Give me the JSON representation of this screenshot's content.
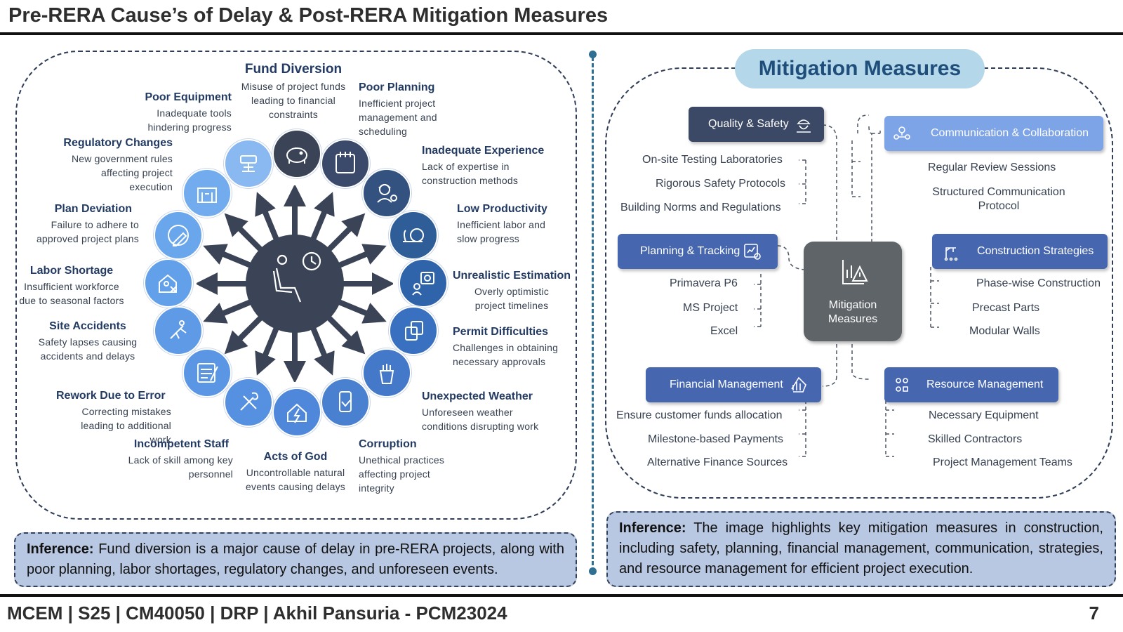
{
  "header": {
    "title": "Pre-RERA Cause’s of Delay & Post-RERA Mitigation Measures"
  },
  "causes": {
    "fund_diversion": {
      "title": "Fund Diversion",
      "desc": "Misuse of project funds leading to financial constraints"
    },
    "poor_planning": {
      "title": "Poor Planning",
      "desc": "Inefficient project management and scheduling"
    },
    "poor_equipment": {
      "title": "Poor Equipment",
      "desc": "Inadequate tools hindering progress"
    },
    "regulatory_changes": {
      "title": "Regulatory Changes",
      "desc": "New government rules affecting project execution"
    },
    "inadequate_experience": {
      "title": "Inadequate Experience",
      "desc": "Lack of expertise in construction methods"
    },
    "plan_deviation": {
      "title": "Plan Deviation",
      "desc": "Failure to adhere to approved project plans"
    },
    "low_productivity": {
      "title": "Low Productivity",
      "desc": "Inefficient labor and slow progress"
    },
    "labor_shortage": {
      "title": "Labor Shortage",
      "desc": "Insufficient workforce due to seasonal factors"
    },
    "unrealistic_estimation": {
      "title": "Unrealistic Estimation",
      "desc": "Overly optimistic project timelines"
    },
    "site_accidents": {
      "title": "Site Accidents",
      "desc": "Safety lapses causing accidents and delays"
    },
    "permit_difficulties": {
      "title": "Permit Difficulties",
      "desc": "Challenges in obtaining necessary approvals"
    },
    "rework": {
      "title": "Rework Due to Error",
      "desc": "Correcting mistakes leading to additional work"
    },
    "unexpected_weather": {
      "title": "Unexpected Weather",
      "desc": "Unforeseen weather conditions disrupting work"
    },
    "incompetent_staff": {
      "title": "Incompetent Staff",
      "desc": "Lack of skill among key personnel"
    },
    "acts_of_god": {
      "title": "Acts of God",
      "desc": "Uncontrollable natural events causing delays"
    },
    "corruption": {
      "title": "Corruption",
      "desc": "Unethical practices affecting project integrity"
    }
  },
  "left_inference": {
    "label": "Inference:",
    "text": "Fund diversion is a major cause of delay in pre-RERA projects, along with poor planning, labor shortages, regulatory changes, and unforeseen events."
  },
  "mitigation": {
    "heading": "Mitigation Measures",
    "center_label": "Mitigation Measures",
    "quality_safety": {
      "label": "Quality & Safety",
      "items": [
        "On-site Testing Laboratories",
        "Rigorous Safety Protocols",
        "Building Norms and Regulations"
      ]
    },
    "planning_tracking": {
      "label": "Planning & Tracking",
      "items": [
        "Primavera P6",
        "MS Project",
        "Excel"
      ]
    },
    "financial_management": {
      "label": "Financial Management",
      "items": [
        "Ensure customer funds allocation",
        "Milestone-based Payments",
        "Alternative Finance Sources"
      ]
    },
    "communication": {
      "label": "Communication & Collaboration",
      "items": [
        "Regular Review Sessions",
        "Structured Communication Protocol"
      ]
    },
    "construction_strategies": {
      "label": "Construction Strategies",
      "items": [
        "Phase-wise Construction",
        "Precast Parts",
        "Modular Walls"
      ]
    },
    "resource_management": {
      "label": "Resource Management",
      "items": [
        "Necessary Equipment",
        "Skilled Contractors",
        "Project Management Teams"
      ]
    }
  },
  "right_inference": {
    "label": "Inference:",
    "text": "The image highlights key mitigation measures in construction, including safety, planning, financial management, communication, strategies, and resource management for efficient project execution."
  },
  "footer": {
    "text": "MCEM | S25 |  CM40050 | DRP | Akhil Pansuria - PCM23024",
    "page": "7"
  },
  "colors": {
    "dark_navy": "#3b4866",
    "mid_blue": "#4667b0",
    "light_blue": "#7ea4e8",
    "pill": "#b4d7ea",
    "inference_bg": "#b9c8e2"
  }
}
